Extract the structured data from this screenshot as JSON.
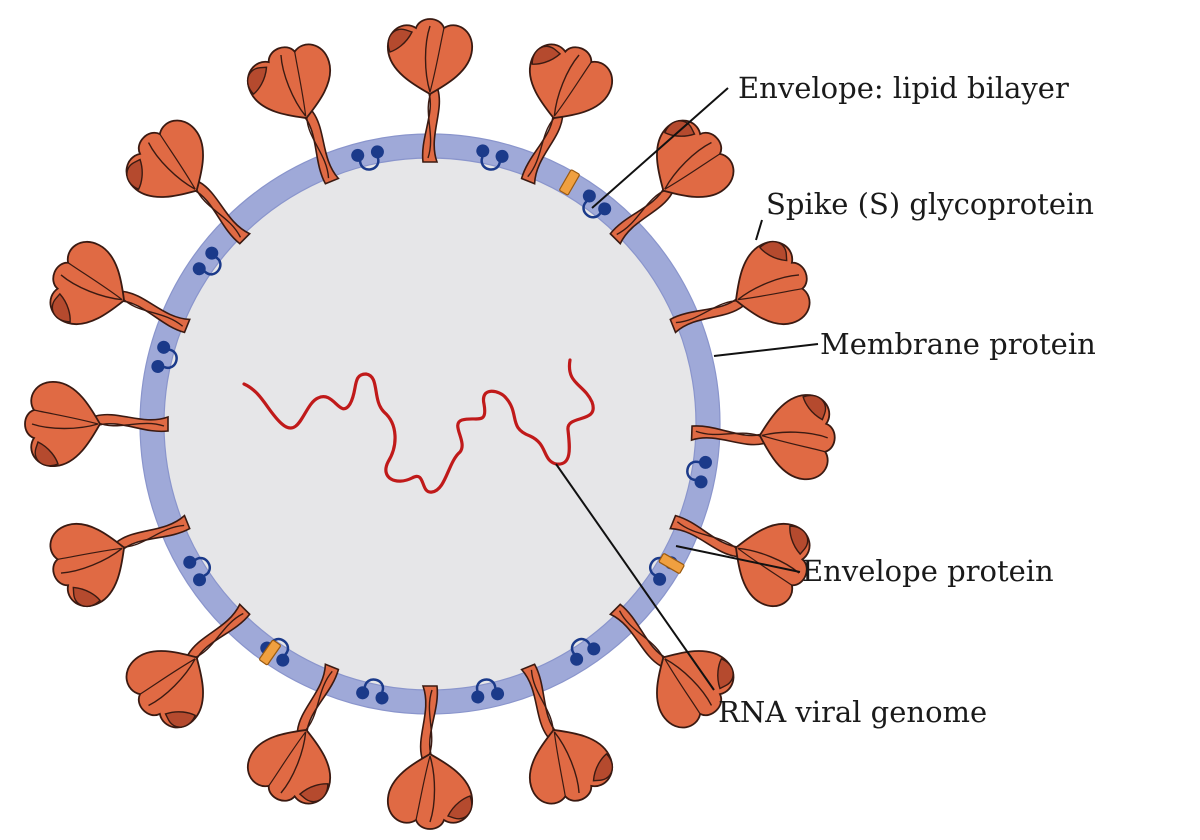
{
  "labels": {
    "envelope_lipid_bilayer": "Envelope: lipid bilayer",
    "spike_glycoprotein": "Spike (S) glycoprotein",
    "membrane_protein": "Membrane protein",
    "envelope_protein": "Envelope protein",
    "rna_viral_genome": "RNA viral genome"
  },
  "colors": {
    "background": "#ffffff",
    "interior": "#e6e6e8",
    "bilayer": "#9fa9d8",
    "bilayer_edge": "#8a95cc",
    "spike_fill": "#e06a44",
    "spike_dark": "#b54a2e",
    "spike_outline": "#3a1a12",
    "membrane_protein": "#1b3a8a",
    "envelope_protein": "#f0a040",
    "rna": "#c01a1a"
  },
  "counts": {
    "spikes": 16,
    "membrane_proteins": 12,
    "envelope_proteins": 3
  }
}
